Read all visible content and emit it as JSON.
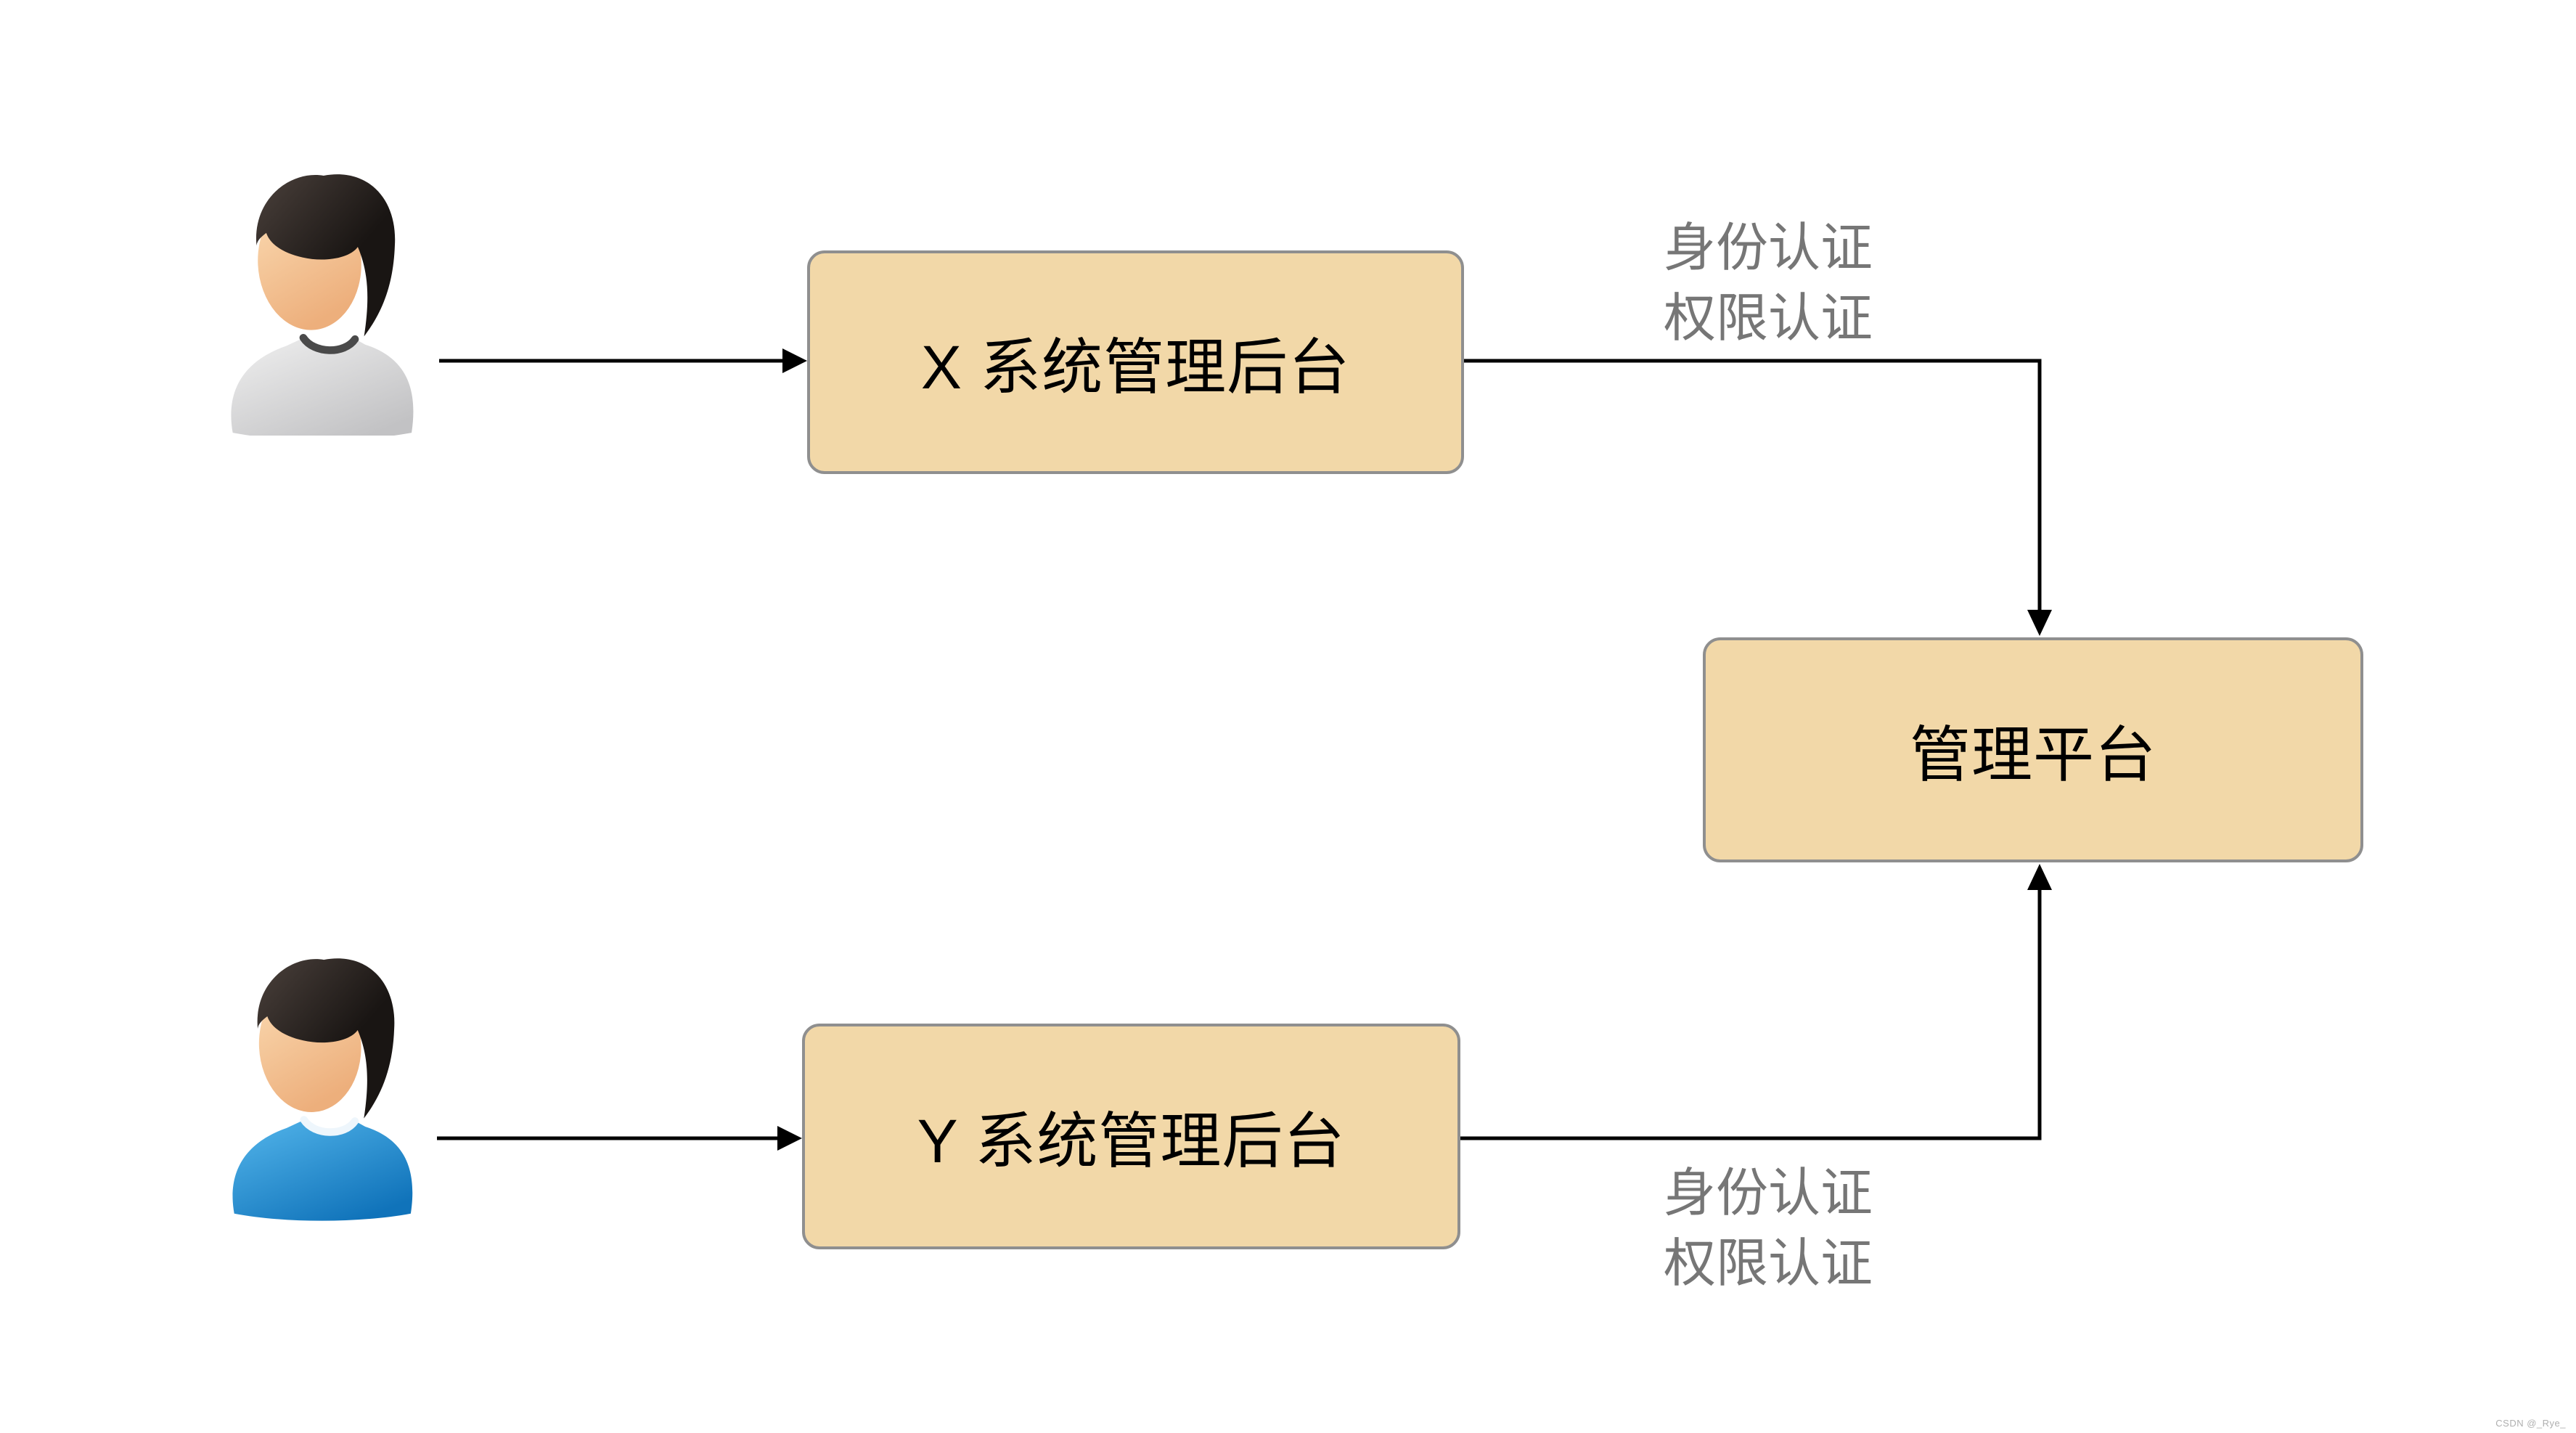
{
  "nodes": {
    "system_x": {
      "label": "X 系统管理后台"
    },
    "system_y": {
      "label": "Y 系统管理后台"
    },
    "platform": {
      "label": "管理平台"
    }
  },
  "edge_labels": {
    "top": {
      "line1": "身份认证",
      "line2": "权限认证"
    },
    "bottom": {
      "line1": "身份认证",
      "line2": "权限认证"
    }
  },
  "watermark": "CSDN @_Rye_",
  "colors": {
    "background": "#FFFFFF",
    "node_fill": "#F2D8A8",
    "node_border": "#8F8F8F",
    "line": "#000000",
    "label_text": "#767676",
    "watermark_text": "#AFAFAF"
  },
  "icon_colors": {
    "skin_light": "#FBDCB4",
    "skin_dark": "#EDAF7C",
    "hair_light": "#4B413C",
    "hair_dark": "#191513",
    "shirt_x_light": "#F0F0F0",
    "shirt_x_dark": "#C2C2C4",
    "collar_x": "#4A4A4A",
    "shirt_y_light": "#55B7EC",
    "shirt_y_dark": "#1073BA",
    "collar_y": "#EEF6FC"
  }
}
